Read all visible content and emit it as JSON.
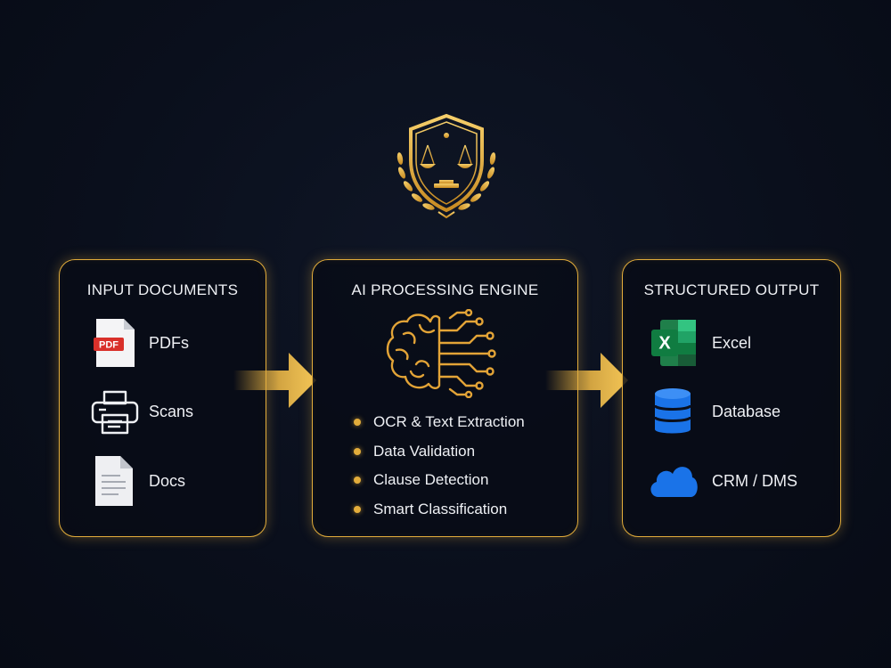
{
  "colors": {
    "accent": "#e3ad3b",
    "background": "#0a0f1c",
    "text": "#eef0f4"
  },
  "emblem": {
    "icon": "shield-scales-laurel-icon"
  },
  "input_panel": {
    "title": "INPUT DOCUMENTS",
    "items": [
      {
        "label": "PDFs",
        "icon": "pdf-icon",
        "icon_text": "PDF"
      },
      {
        "label": "Scans",
        "icon": "printer-icon"
      },
      {
        "label": "Docs",
        "icon": "document-icon"
      }
    ]
  },
  "engine_panel": {
    "title": "AI PROCESSING ENGINE",
    "icon": "ai-brain-icon",
    "features": [
      "OCR & Text Extraction",
      "Data Validation",
      "Clause Detection",
      "Smart Classification"
    ]
  },
  "output_panel": {
    "title": "STRUCTURED OUTPUT",
    "items": [
      {
        "label": "Excel",
        "icon": "excel-icon",
        "icon_text": "X"
      },
      {
        "label": "Database",
        "icon": "database-icon"
      },
      {
        "label": "CRM / DMS",
        "icon": "cloud-icon"
      }
    ]
  }
}
